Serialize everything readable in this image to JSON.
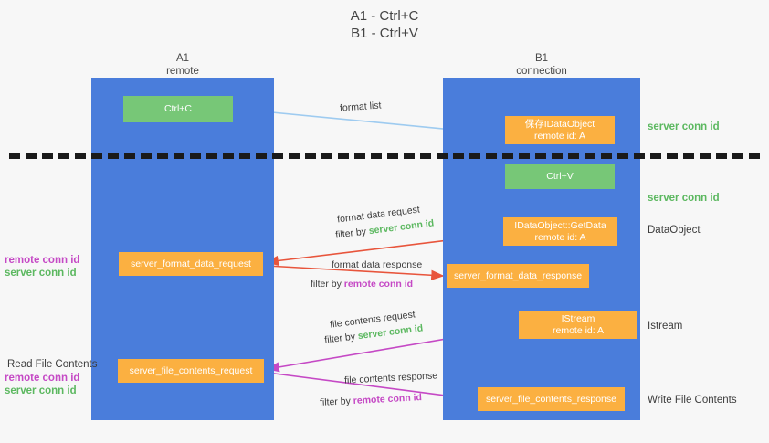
{
  "title": {
    "line1": "A1 - Ctrl+C",
    "line2": "B1 - Ctrl+V"
  },
  "columns": [
    {
      "name": "A1",
      "subtitle": "remote"
    },
    {
      "name": "B1",
      "subtitle": "connection"
    }
  ],
  "nodes": {
    "ctrl_c": {
      "line1": "Ctrl+C"
    },
    "idataobject_saved": {
      "line1": "保存IDataObject",
      "line2": "remote id: A"
    },
    "ctrl_v": {
      "line1": "Ctrl+V"
    },
    "getdata": {
      "line1": "IDataObject::GetData",
      "line2": "remote id: A"
    },
    "istream": {
      "line1": "IStream",
      "line2": "remote id: A"
    },
    "server_format_data_request": {
      "line1": "server_format_data_request"
    },
    "server_format_data_response": {
      "line1": "server_format_data_response"
    },
    "server_file_contents_request": {
      "line1": "server_file_contents_request"
    },
    "server_file_contents_response": {
      "line1": "server_file_contents_response"
    }
  },
  "right_labels": {
    "conn_id_top": "server conn id",
    "conn_id_mid": "server conn id",
    "dataobject": "DataObject",
    "istream": "Istream",
    "write_file_contents": "Write File Contents"
  },
  "left_labels": {
    "remote_conn_id_1": "remote conn id",
    "server_conn_id_1": "server conn id",
    "read_file_contents": "Read File Contents",
    "remote_conn_id_2": "remote conn id",
    "server_conn_id_2": "server conn id"
  },
  "edges": {
    "format_list": "format list",
    "format_data_request": "format data request",
    "format_data_request_filter_prefix": "filter by ",
    "format_data_request_filter_value": "server conn id",
    "format_data_response": "format data response",
    "format_data_response_filter_prefix": "filter by ",
    "format_data_response_filter_value": "remote conn id",
    "file_contents_request": "file contents request",
    "file_contents_request_filter_prefix": "filter by ",
    "file_contents_request_filter_value": "server conn id",
    "file_contents_response": "file contents response",
    "file_contents_response_filter_prefix": "filter by ",
    "file_contents_response_filter_value": "remote conn id"
  },
  "colors": {
    "lane": "#4a7ddb",
    "green_node": "#77c777",
    "orange_node": "#fbb041",
    "green_text": "#5cb860",
    "purple_text": "#c549c5",
    "arrow_blue": "#9ecbf0",
    "arrow_red": "#e8553c",
    "arrow_magenta": "#c549c5",
    "arrow_black": "#000000",
    "divider": "#1a1a1a",
    "background": "#f7f7f7"
  }
}
